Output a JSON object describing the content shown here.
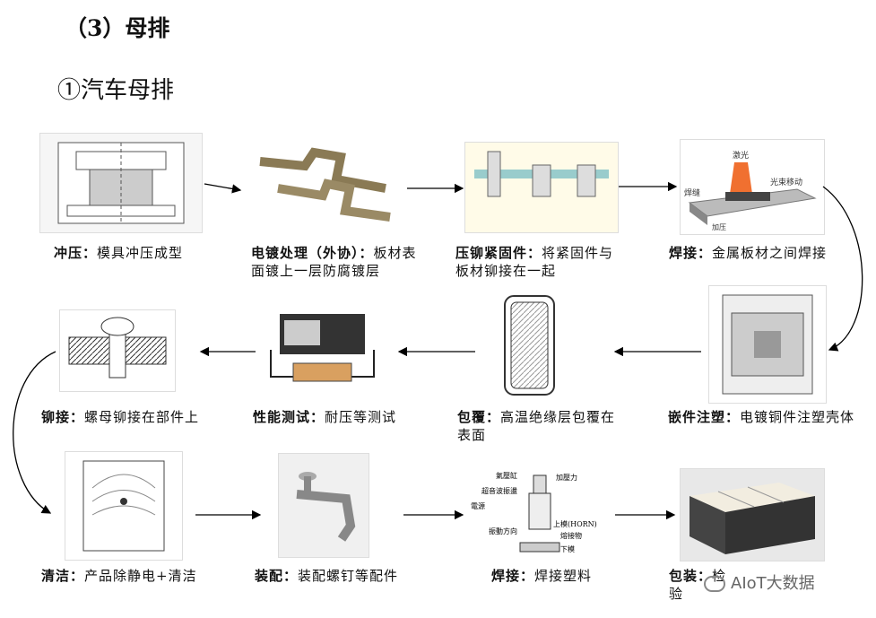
{
  "section_title": "（3）母排",
  "subtitle": "①汽车母排",
  "steps": [
    {
      "name": "冲压：",
      "desc": "模具冲压成型"
    },
    {
      "name": "电镀处理（外协）：",
      "desc": "板材表面镀上一层防腐镀层"
    },
    {
      "name": "压铆紧固件：",
      "desc": "将紧固件与板材铆接在一起"
    },
    {
      "name": "焊接：",
      "desc": "金属板材之间焊接"
    },
    {
      "name": "嵌件注塑：",
      "desc": "电镀铜件注塑壳体"
    },
    {
      "name": "包覆：",
      "desc": "高温绝缘层包覆在表面"
    },
    {
      "name": "性能测试：",
      "desc": "耐压等测试"
    },
    {
      "name": "铆接：",
      "desc": "螺母铆接在部件上"
    },
    {
      "name": "清洁：",
      "desc": "产品除静电+清洁"
    },
    {
      "name": "装配：",
      "desc": "装配螺钉等配件"
    },
    {
      "name": "焊接：",
      "desc": "焊接塑料"
    },
    {
      "name": "包装：",
      "desc": "检验"
    }
  ],
  "watermark": "AIoT大数据",
  "image_labels": {
    "laser": "激光",
    "weld": "焊缝",
    "beam_move": "光束移动",
    "press": "加压",
    "cyl": "氣壓缸",
    "force": "加壓力",
    "ultra": "超音波振盪",
    "power": "電源",
    "horn": "上模(HORN)",
    "melt": "熔接物",
    "lower": "下模",
    "dir": "振動方向"
  }
}
